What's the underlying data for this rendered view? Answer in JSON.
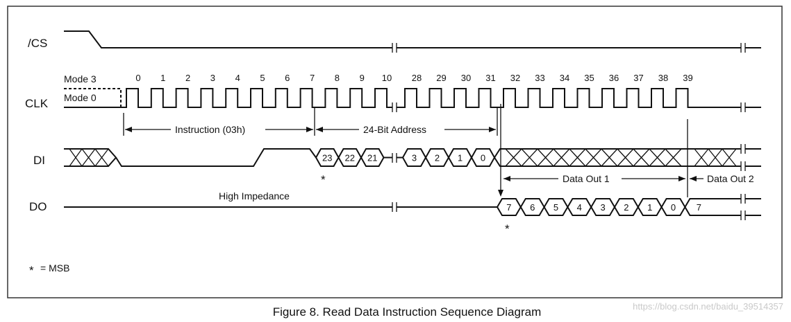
{
  "signals": {
    "cs": "/CS",
    "clk": "CLK",
    "di": "DI",
    "do": "DO"
  },
  "modes": {
    "mode3": "Mode 3",
    "mode0": "Mode 0"
  },
  "clock_numbers_a": [
    "0",
    "1",
    "2",
    "3",
    "4",
    "5",
    "6",
    "7",
    "8",
    "9",
    "10"
  ],
  "clock_numbers_b": [
    "28",
    "29",
    "30",
    "31",
    "32",
    "33",
    "34",
    "35",
    "36",
    "37",
    "38",
    "39"
  ],
  "spans": {
    "instruction": "Instruction (03h)",
    "address": "24-Bit Address",
    "data_out_1": "Data Out 1",
    "data_out_2": "Data Out 2"
  },
  "di_address_bits_a": [
    "23",
    "22",
    "21"
  ],
  "di_address_bits_b": [
    "3",
    "2",
    "1",
    "0"
  ],
  "do_data_bits": [
    "7",
    "6",
    "5",
    "4",
    "3",
    "2",
    "1",
    "0",
    "7"
  ],
  "high_impedance": "High Impedance",
  "msb_marker": "*",
  "legend": "= MSB",
  "caption": "Figure 8. Read Data Instruction Sequence Diagram",
  "watermark": "https://blog.csdn.net/baidu_39514357"
}
